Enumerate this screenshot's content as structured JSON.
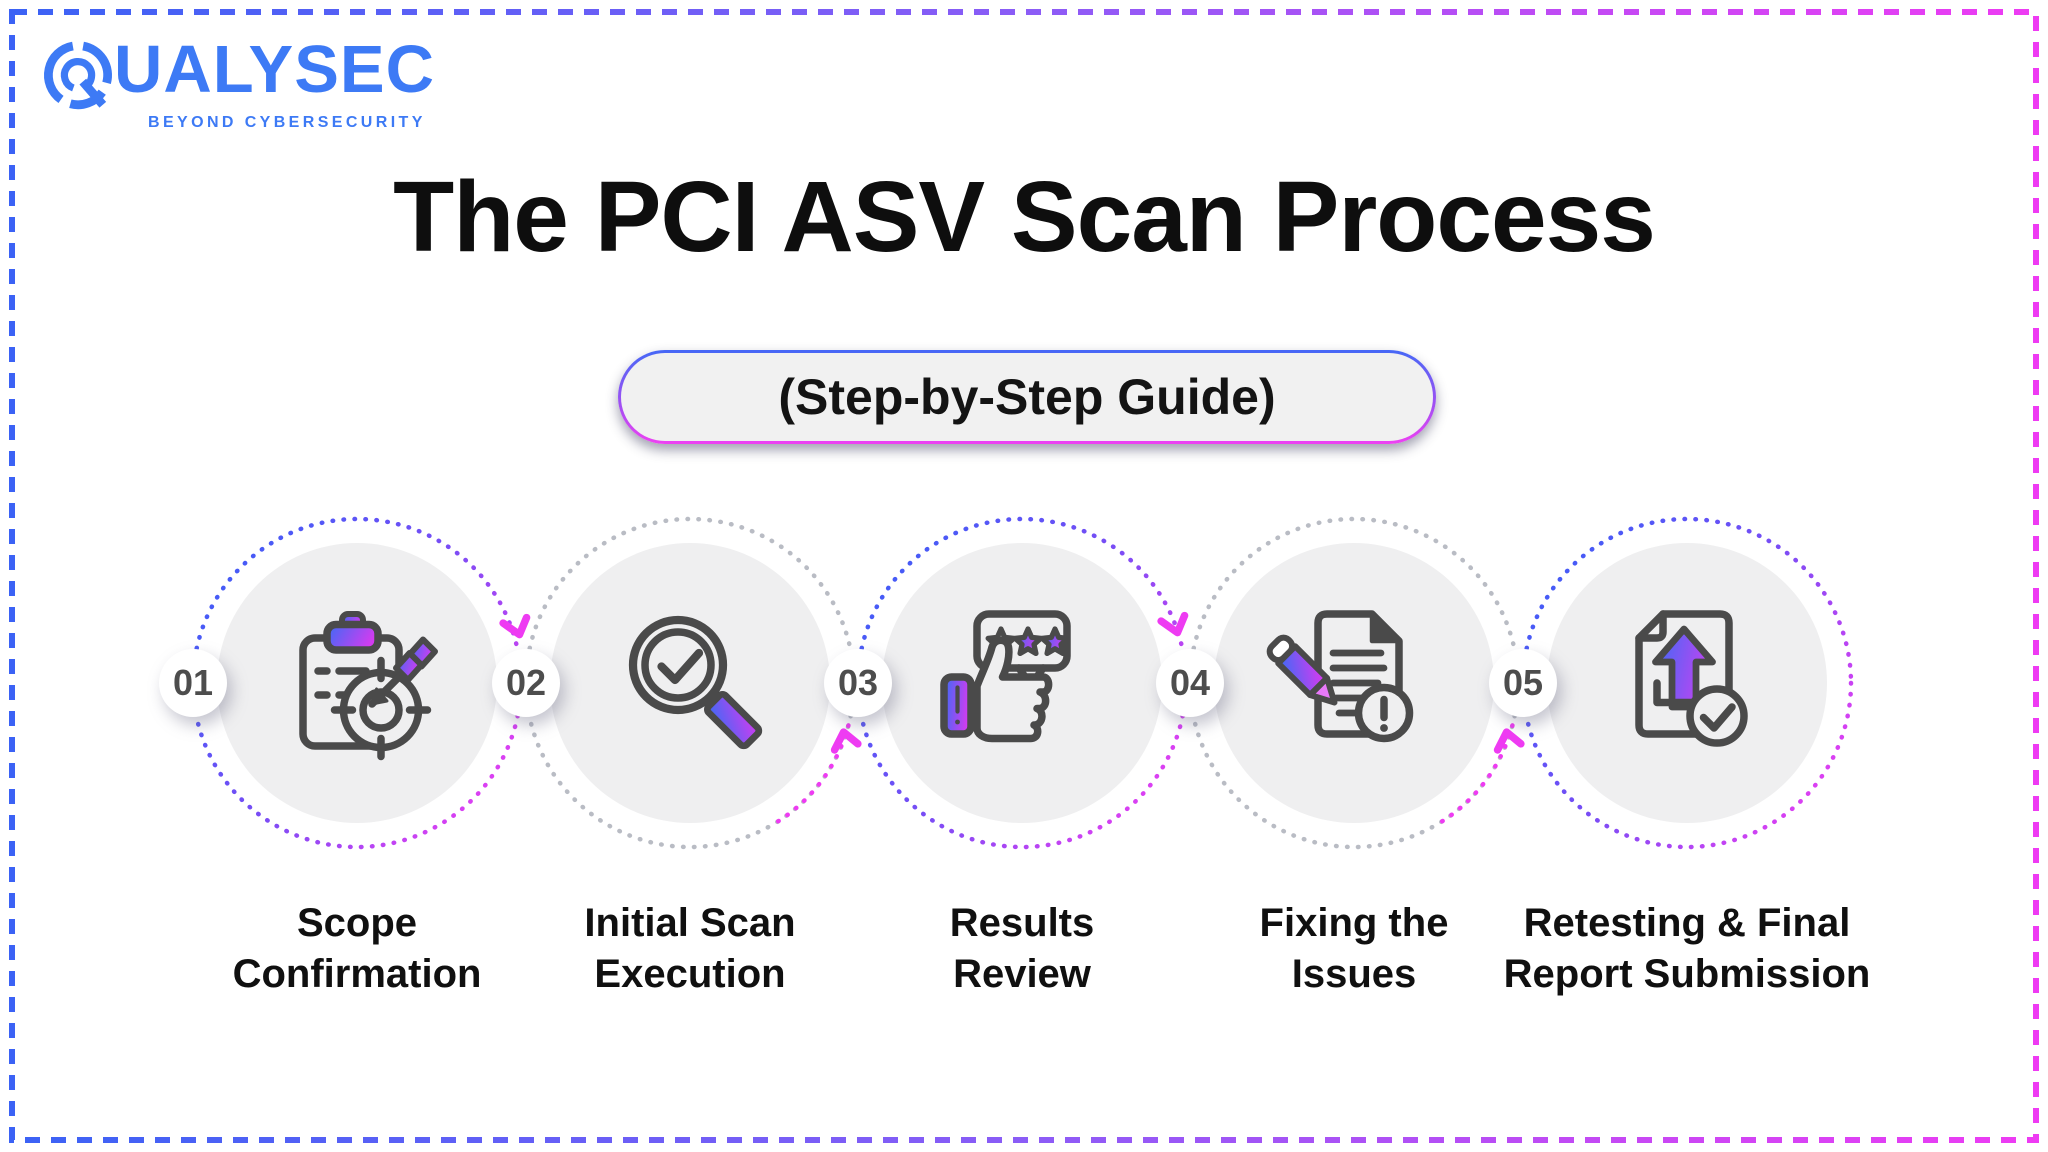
{
  "brand": {
    "name": "QUALYSEC",
    "wordmark_rest": "UALYSEC",
    "tagline": "BEYOND CYBERSECURITY"
  },
  "header": {
    "title": "The PCI ASV Scan Process",
    "subtitle": "(Step-by-Step Guide)"
  },
  "steps": [
    {
      "number": "01",
      "label": "Scope Confirmation",
      "icon": "clipboard-target-icon"
    },
    {
      "number": "02",
      "label": "Initial Scan Execution",
      "icon": "magnifier-check-icon"
    },
    {
      "number": "03",
      "label": "Results Review",
      "icon": "thumbs-up-rating-icon"
    },
    {
      "number": "04",
      "label": "Fixing the Issues",
      "icon": "document-pencil-alert-icon"
    },
    {
      "number": "05",
      "label": "Retesting & Final Report Submission",
      "icon": "document-upload-check-icon"
    }
  ],
  "colors": {
    "brand_blue": "#3D7AF5",
    "accent_blue": "#3b5ef7",
    "accent_purple": "#8b5cf6",
    "accent_magenta": "#ee3bf2",
    "ring_gray": "#b9bcc4",
    "circle_fill": "#efeff0",
    "icon_stroke": "#4a4a4a",
    "text_black": "#111111"
  }
}
